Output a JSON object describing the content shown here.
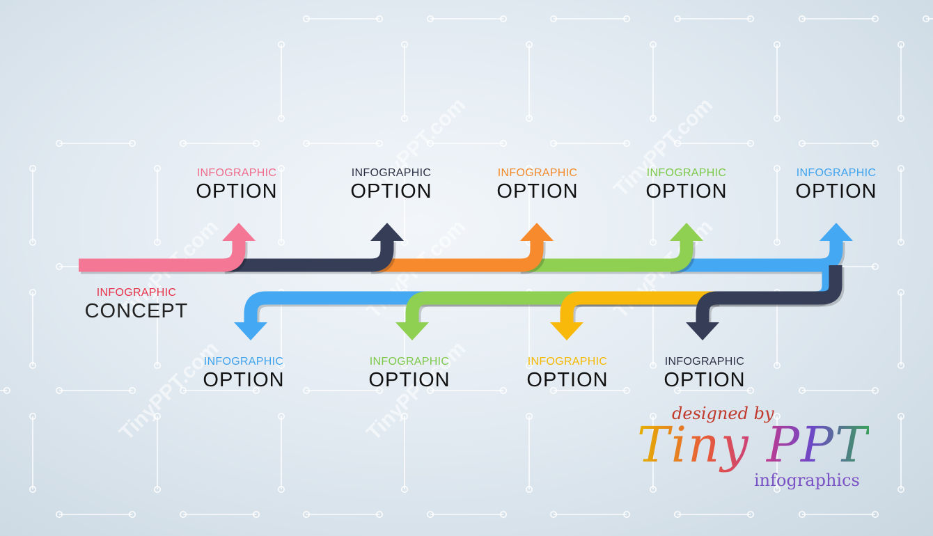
{
  "labels": {
    "top": [
      {
        "small": "INFOGRAPHIC",
        "big": "OPTION",
        "color": "#f06b8c"
      },
      {
        "small": "INFOGRAPHIC",
        "big": "OPTION",
        "color": "#2b3044"
      },
      {
        "small": "INFOGRAPHIC",
        "big": "OPTION",
        "color": "#f28a2a"
      },
      {
        "small": "INFOGRAPHIC",
        "big": "OPTION",
        "color": "#7cc94a"
      },
      {
        "small": "INFOGRAPHIC",
        "big": "OPTION",
        "color": "#3fa3ee"
      }
    ],
    "bottom": [
      {
        "small": "INFOGRAPHIC",
        "big": "OPTION",
        "color": "#3fa3ee"
      },
      {
        "small": "INFOGRAPHIC",
        "big": "OPTION",
        "color": "#7cc94a"
      },
      {
        "small": "INFOGRAPHIC",
        "big": "OPTION",
        "color": "#f5b800"
      },
      {
        "small": "INFOGRAPHIC",
        "big": "OPTION",
        "color": "#2b3044"
      }
    ],
    "concept": {
      "small": "INFOGRAPHIC",
      "big": "CONCEPT",
      "color": "#e8334a"
    }
  },
  "colors": {
    "pink": "#f57796",
    "navy": "#363d57",
    "orange": "#f68a2c",
    "green": "#8fd052",
    "blue": "#45a8f2",
    "yellow": "#f9b90a"
  },
  "watermark": "TinyPPT.com",
  "brand": {
    "designed_by": "designed by",
    "name": "Tiny PPT",
    "tagline": "infographics"
  }
}
